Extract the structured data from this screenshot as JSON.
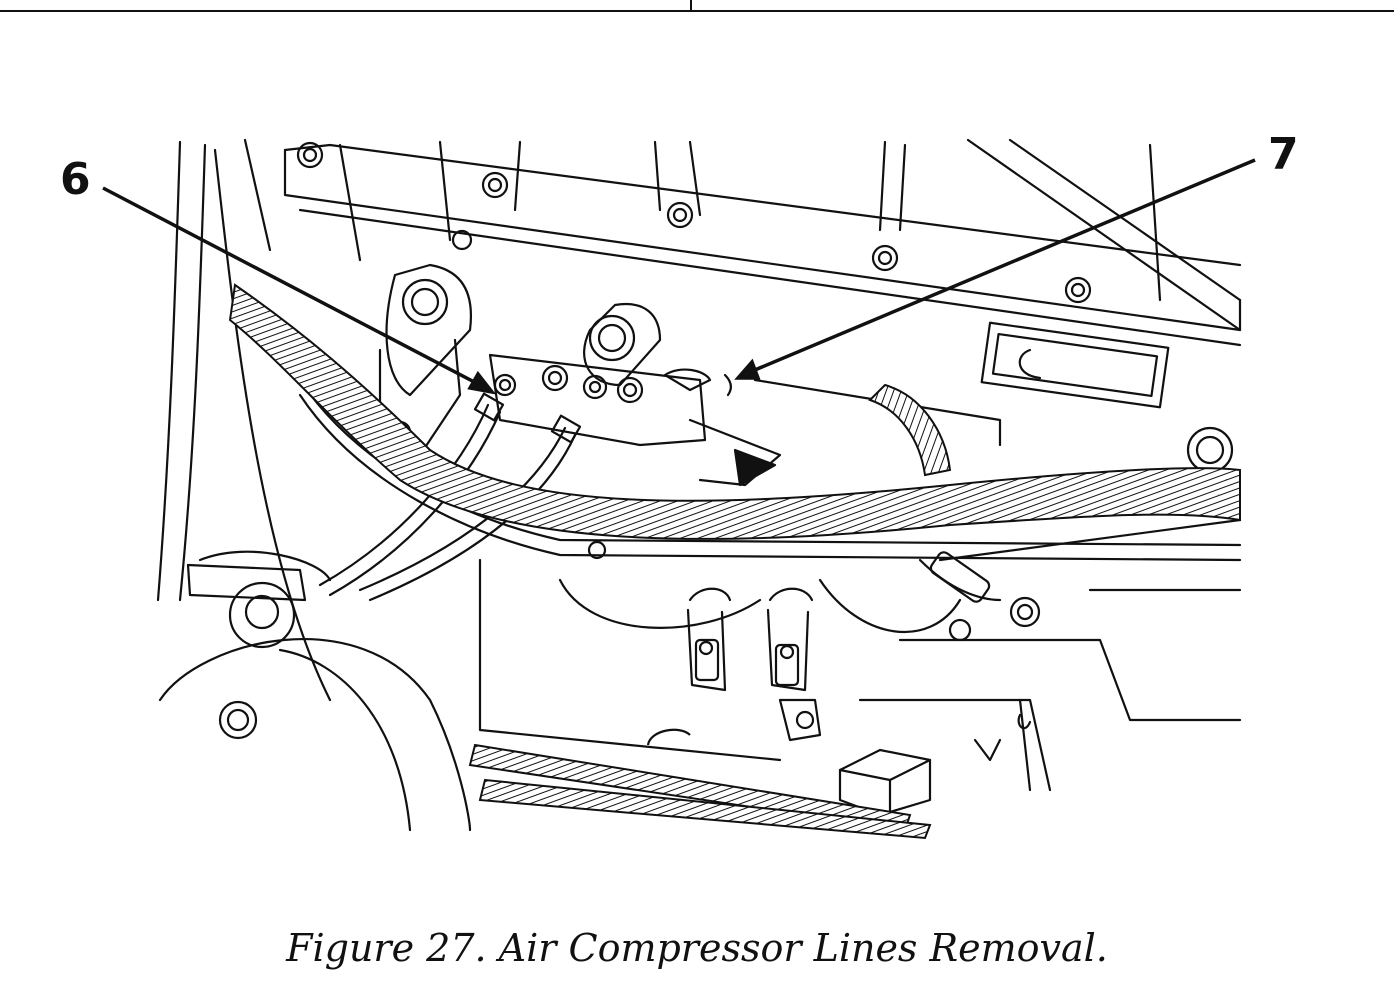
{
  "figure": {
    "caption": "Figure 27.  Air Compressor Lines Removal.",
    "callouts": [
      {
        "id": "6",
        "label": "6"
      },
      {
        "id": "7",
        "label": "7"
      }
    ]
  },
  "colors": {
    "ink": "#111111",
    "paper": "#ffffff"
  }
}
